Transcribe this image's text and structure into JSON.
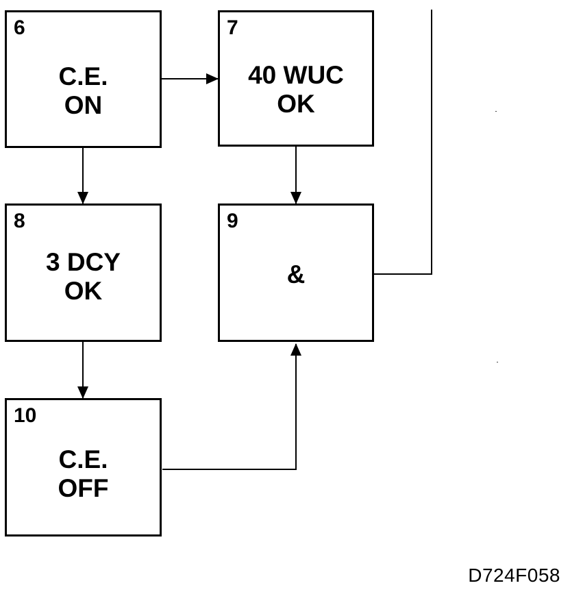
{
  "blocks": {
    "b6": {
      "number": "6",
      "label": "C.E.\nON"
    },
    "b7": {
      "number": "7",
      "label": "40 WUC\nOK"
    },
    "b8": {
      "number": "8",
      "label": "3 DCY\nOK"
    },
    "b9": {
      "number": "9",
      "label": "&"
    },
    "b10": {
      "number": "10",
      "label": "C.E.\nOFF"
    }
  },
  "figure_id": "D724F058"
}
